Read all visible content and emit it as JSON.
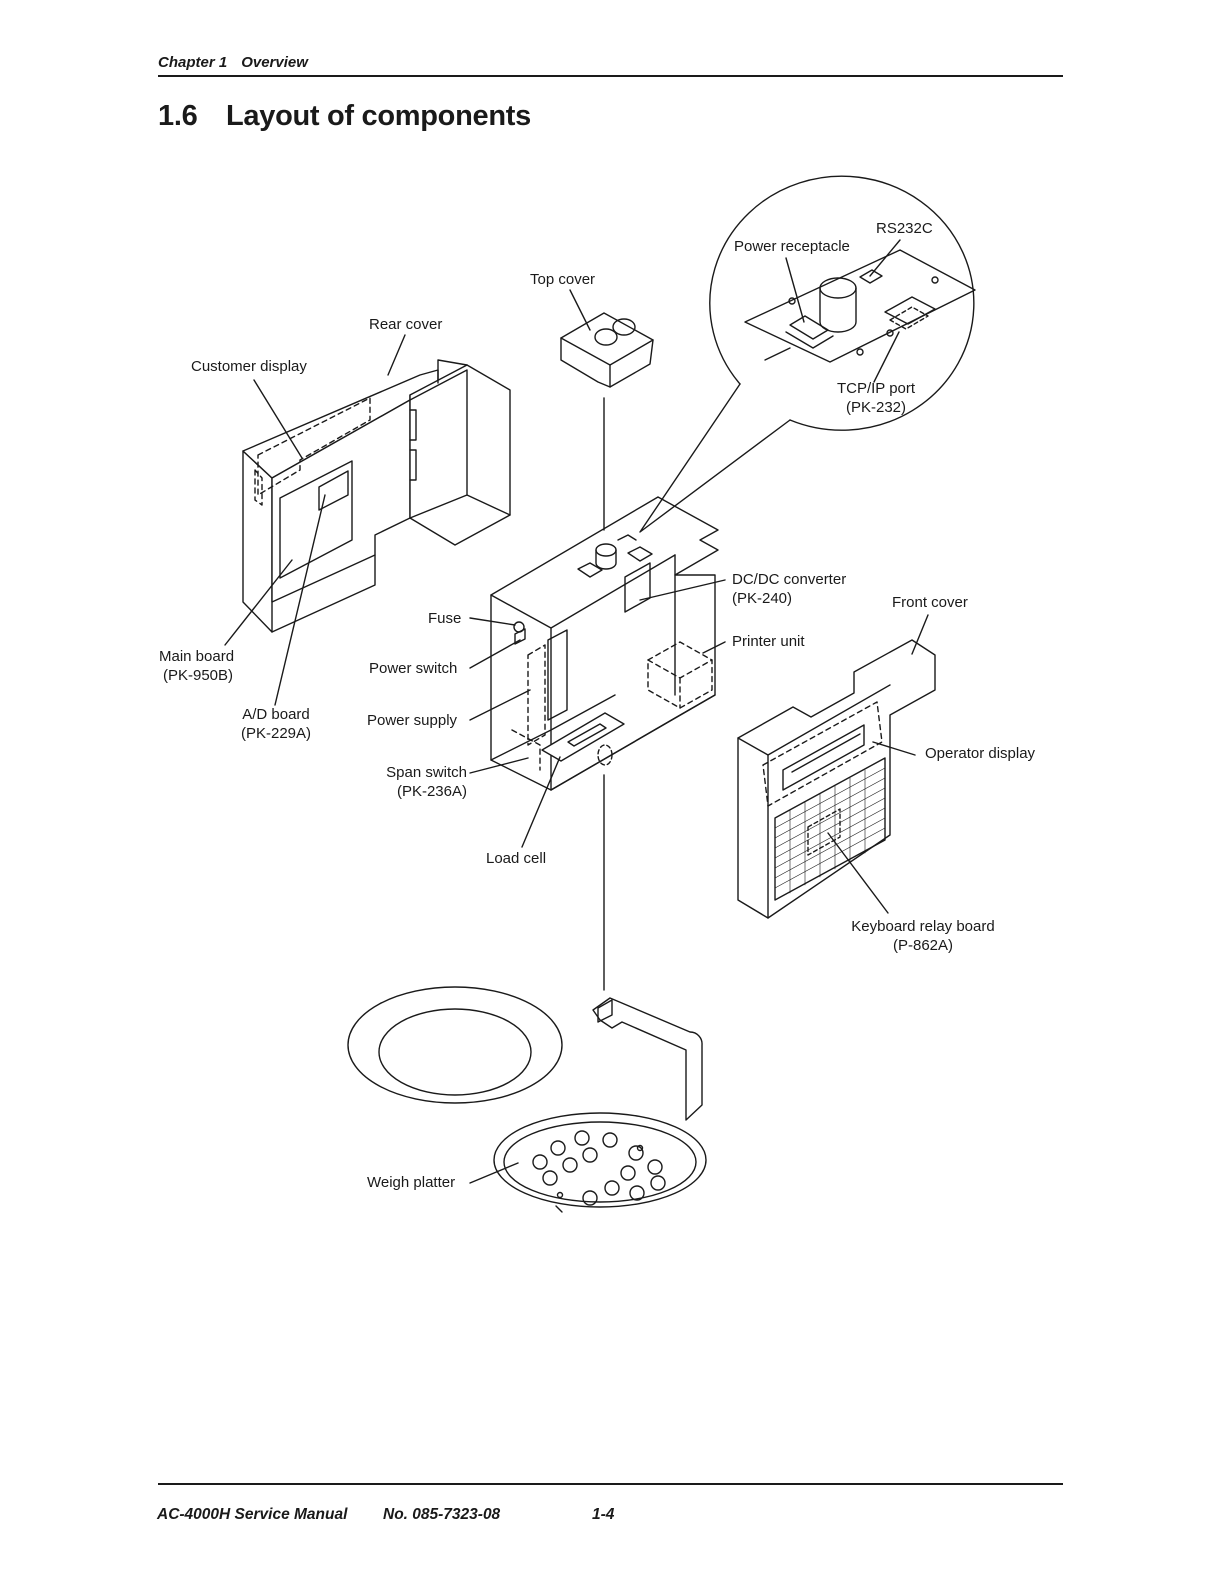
{
  "header": {
    "chapter": "Chapter 1",
    "chapter_title": "Overview"
  },
  "section": {
    "number": "1.6",
    "title": "Layout of components"
  },
  "labels": {
    "rs232c": "RS232C",
    "power_receptacle": "Power receptacle",
    "top_cover": "Top cover",
    "rear_cover": "Rear cover",
    "customer_display": "Customer display",
    "tcpip_port": "TCP/IP port",
    "tcpip_port_code": "(PK-232)",
    "dcdc_converter": "DC/DC converter",
    "dcdc_converter_code": "(PK-240)",
    "front_cover": "Front cover",
    "fuse": "Fuse",
    "printer_unit": "Printer unit",
    "main_board": "Main board",
    "main_board_code": "(PK-950B)",
    "power_switch": "Power switch",
    "ad_board": "A/D board",
    "ad_board_code": "(PK-229A)",
    "power_supply": "Power supply",
    "operator_display": "Operator display",
    "span_switch": "Span switch",
    "span_switch_code": "(PK-236A)",
    "load_cell": "Load cell",
    "keyboard_relay_board": "Keyboard relay board",
    "keyboard_relay_board_code": "(P-862A)",
    "weigh_platter": "Weigh platter"
  },
  "footer": {
    "manual": "AC-4000H Service Manual",
    "doc_no": "No. 085-7323-08",
    "page": "1-4"
  }
}
